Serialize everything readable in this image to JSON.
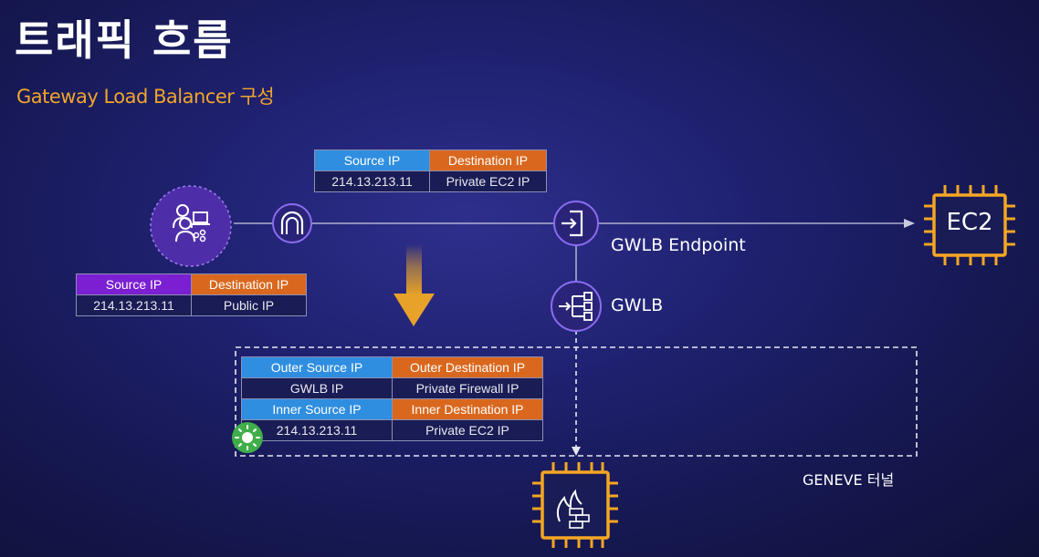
{
  "header": {
    "title": "트래픽 흐름",
    "subtitle": "Gateway Load Balancer 구성"
  },
  "table_top": {
    "headers": [
      "Source IP",
      "Destination IP"
    ],
    "row": [
      "214.13.213.11",
      "Private EC2 IP"
    ]
  },
  "table_left": {
    "headers": [
      "Source IP",
      "Destination IP"
    ],
    "row": [
      "214.13.213.11",
      "Public IP"
    ]
  },
  "table_geneve": {
    "outer_headers": [
      "Outer Source IP",
      "Outer Destination IP"
    ],
    "outer_row": [
      "GWLB IP",
      "Private Firewall IP"
    ],
    "inner_headers": [
      "Inner Source IP",
      "Inner Destination IP"
    ],
    "inner_row": [
      "214.13.213.11",
      "Private EC2 IP"
    ]
  },
  "labels": {
    "gwlb_endpoint": "GWLB Endpoint",
    "gwlb": "GWLB",
    "ec2": "EC2",
    "geneve_tunnel": "GENEVE 터널"
  },
  "icons": {
    "users": "users-laptop-icon",
    "gateway": "internet-gateway-icon",
    "endpoint": "gwlb-endpoint-icon",
    "gwlb": "gateway-load-balancer-icon",
    "ec2": "ec2-instance-icon",
    "firewall": "firewall-appliance-icon",
    "highlight": "sun-badge-icon",
    "arrow": "down-arrow-icon"
  },
  "colors": {
    "accent_orange": "#f0a52a",
    "header_blue": "#2f8ee0",
    "header_orange": "#d9681e",
    "header_purple": "#7a1fd1",
    "icon_purple": "#8b6cf0",
    "ec2_orange": "#f5a623",
    "badge_green": "#3fae49"
  }
}
